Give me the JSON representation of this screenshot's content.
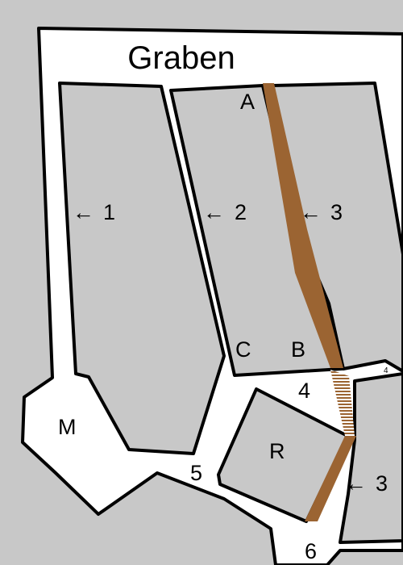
{
  "map": {
    "street_label": "Graben",
    "colors": {
      "background": "#c8c8c8",
      "street": "#ffffff",
      "block": "#c8c8c8",
      "outline": "#000000",
      "path": "#9b6432"
    },
    "point_labels": {
      "a": "A",
      "b": "B",
      "c": "C"
    },
    "area_labels": {
      "m": "M",
      "r": "R"
    },
    "number_labels": {
      "n1": "1",
      "n2": "2",
      "n3": "3",
      "n3b": "3",
      "n4": "4",
      "n4small": "4",
      "n5": "5",
      "n6": "6"
    },
    "arrow_glyph": "←"
  }
}
